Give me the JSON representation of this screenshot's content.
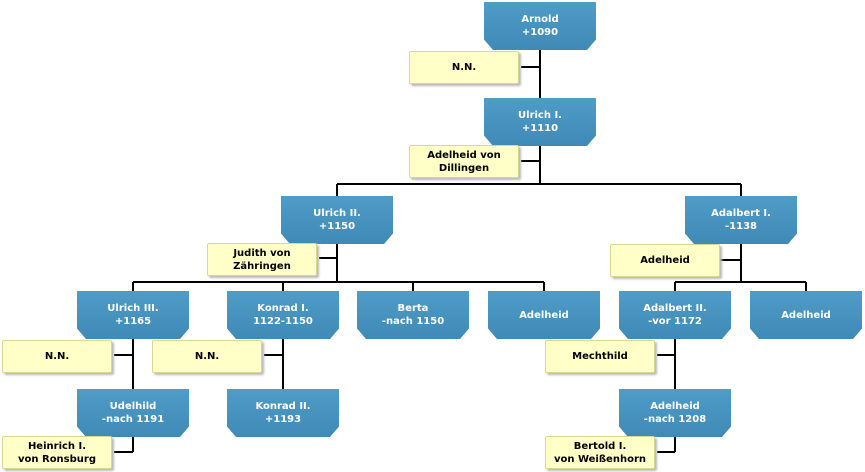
{
  "colors": {
    "person_fill": "#4f9cc7",
    "spouse_fill": "#ffffc8",
    "line": "#000000"
  },
  "persons": [
    {
      "id": "arnold",
      "name": "Arnold",
      "dates": "+1090"
    },
    {
      "id": "ulrich-i",
      "name": "Ulrich I.",
      "dates": "+1110"
    },
    {
      "id": "ulrich-ii",
      "name": "Ulrich II.",
      "dates": "+1150"
    },
    {
      "id": "adalbert-i",
      "name": "Adalbert I.",
      "dates": "-1138"
    },
    {
      "id": "ulrich-iii",
      "name": "Ulrich III.",
      "dates": "+1165"
    },
    {
      "id": "konrad-i",
      "name": "Konrad I.",
      "dates": "1122-1150"
    },
    {
      "id": "berta",
      "name": "Berta",
      "dates": "-nach 1150"
    },
    {
      "id": "adelheid-a",
      "name": "Adelheid",
      "dates": ""
    },
    {
      "id": "adalbert-ii",
      "name": "Adalbert II.",
      "dates": "-vor 1172"
    },
    {
      "id": "adelheid-b",
      "name": "Adelheid",
      "dates": ""
    },
    {
      "id": "udelhild",
      "name": "Udelhild",
      "dates": "-nach 1191"
    },
    {
      "id": "konrad-ii",
      "name": "Konrad II.",
      "dates": "+1193"
    },
    {
      "id": "adelheid-c",
      "name": "Adelheid",
      "dates": "-nach 1208"
    }
  ],
  "spouses": [
    {
      "id": "nn-1",
      "line1": "N.N.",
      "line2": ""
    },
    {
      "id": "adelheid-dillingen",
      "line1": "Adelheid von",
      "line2": "Dillingen"
    },
    {
      "id": "judith-zaehringen",
      "line1": "Judith von",
      "line2": "Zähringen"
    },
    {
      "id": "adelheid-spouse",
      "line1": "Adelheid",
      "line2": ""
    },
    {
      "id": "nn-2",
      "line1": "N.N.",
      "line2": ""
    },
    {
      "id": "nn-3",
      "line1": "N.N.",
      "line2": ""
    },
    {
      "id": "mechthild",
      "line1": "Mechthild",
      "line2": ""
    },
    {
      "id": "heinrich-ronsburg",
      "line1": "Heinrich I.",
      "line2": "von Ronsburg"
    },
    {
      "id": "bertold-weissenhorn",
      "line1": "Bertold I.",
      "line2": "von Weißenhorn"
    }
  ]
}
